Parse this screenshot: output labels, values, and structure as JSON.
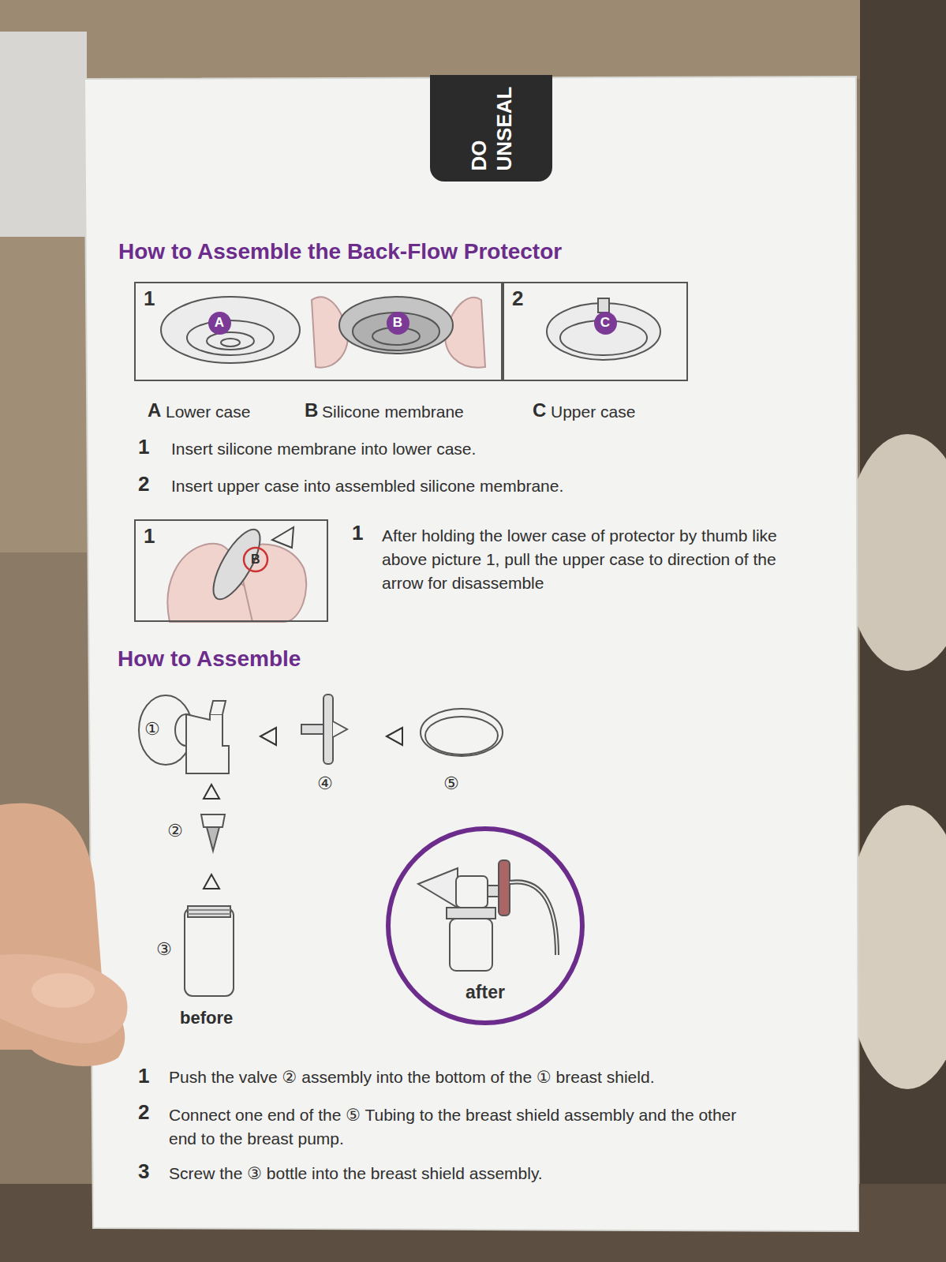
{
  "diagram": {
    "title": "How to Assemble the Back-Flow Protector",
    "nodes": [
      {
        "text": [
          "DO",
          "UNSEAL"
        ]
      },
      {
        "text": [
          "1"
        ]
      },
      {
        "text": [
          "A"
        ],
        "in": 1
      },
      {
        "text": [
          "B"
        ],
        "in": 1
      },
      {
        "text": [
          "2"
        ]
      },
      {
        "text": [
          "C"
        ],
        "in": 4
      },
      {
        "text": [
          "1"
        ]
      },
      {
        "text": [
          "after"
        ]
      }
    ],
    "labels": [
      "A",
      "Lower case",
      "B",
      "Silicone membrane",
      "C",
      "Upper case",
      "1",
      "Insert silicone membrane into lower case.",
      "2",
      "Insert upper case into assembled silicone membrane.",
      "1",
      "After holding the lower case of protector by thumb like above picture 1, pull the upper case to direction of the arrow for disassemble",
      "B",
      "How to Assemble",
      "①",
      "④",
      "⑤",
      "②",
      "③",
      "before",
      "1",
      "Push the valve ② assembly into the bottom of the ① breast shield.",
      "2",
      "Connect one end of the ⑤ Tubing to the breast shield assembly and the other end to the breast pump.",
      "3",
      "Screw the ③ bottle into the breast shield assembly."
    ]
  }
}
